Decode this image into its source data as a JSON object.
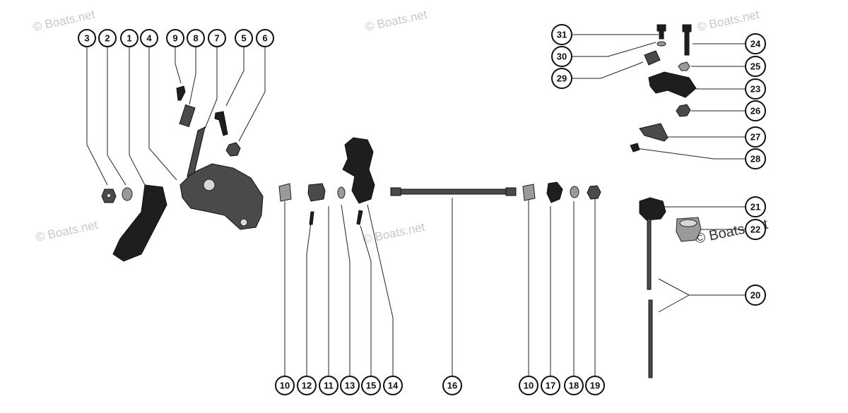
{
  "watermarks": {
    "w1": "© Boats.net",
    "w2": "© Boats.net",
    "w3": "© Boats.net",
    "w4": "© Boats.net",
    "w5": "© Boats.net",
    "w6": "© Boats.net"
  },
  "callouts": {
    "c3": "3",
    "c2": "2",
    "c1": "1",
    "c4": "4",
    "c9": "9",
    "c8": "8",
    "c7": "7",
    "c5": "5",
    "c6": "6",
    "c31": "31",
    "c30": "30",
    "c29": "29",
    "c24": "24",
    "c25": "25",
    "c23": "23",
    "c26": "26",
    "c27": "27",
    "c28": "28",
    "c21": "21",
    "c22": "22",
    "c20": "20",
    "b10a": "10",
    "b12": "12",
    "b11": "11",
    "b13": "13",
    "b15": "15",
    "b14": "14",
    "b16": "16",
    "b10b": "10",
    "b17": "17",
    "b18": "18",
    "b19": "19"
  }
}
